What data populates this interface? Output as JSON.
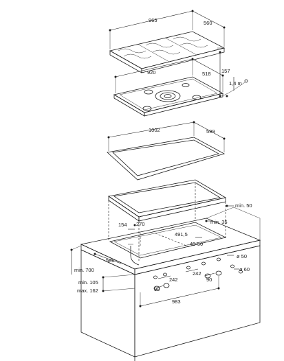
{
  "labels": {
    "grate_width": "965",
    "grate_depth": "560",
    "burner_width": "920",
    "burner_depth": "518",
    "total_height": "157",
    "cable_length": "1,4 m",
    "tray_width": "1002",
    "tray_depth": "599",
    "min_50_right": "min. 50",
    "min_35": "min. 35",
    "dim_154": "154",
    "dim_270": "270",
    "dim_491": "491,5",
    "dim_40_50": "40-50",
    "dim_580": "580",
    "min_700": "min. 700",
    "min_105": "min. 105",
    "max_162": "max. 162",
    "diam_50": "ø 50",
    "diam_60": "ø 60",
    "dim_242_left": "242",
    "dim_242_right": "242",
    "dim_90_left": "90",
    "dim_90_right": "90",
    "dim_983": "983"
  }
}
